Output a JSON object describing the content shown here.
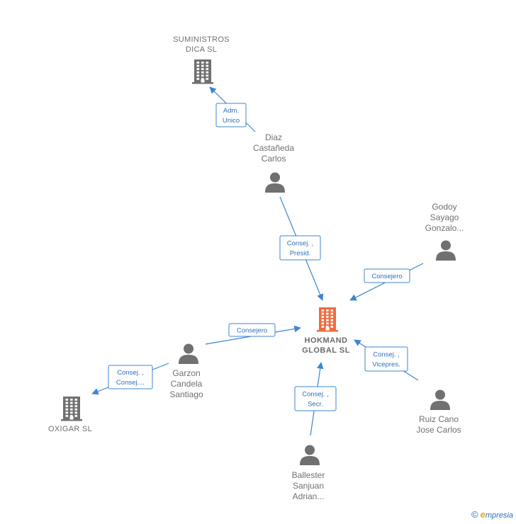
{
  "nodes": [
    {
      "id": "suministros",
      "type": "company",
      "lines": [
        "SUMINISTROS",
        "DICA SL"
      ],
      "color": "#707070"
    },
    {
      "id": "diaz",
      "type": "person",
      "lines": [
        "Diaz",
        "Castañeda",
        "Carlos"
      ],
      "color": "#707070"
    },
    {
      "id": "godoy",
      "type": "person",
      "lines": [
        "Godoy",
        "Sayago",
        "Gonzalo..."
      ],
      "color": "#707070"
    },
    {
      "id": "hokmand",
      "type": "main",
      "lines": [
        "HOKMAND",
        "GLOBAL  SL"
      ],
      "color": "#f26a3c"
    },
    {
      "id": "garzon",
      "type": "person",
      "lines": [
        "Garzon",
        "Candela",
        "Santiago"
      ],
      "color": "#707070"
    },
    {
      "id": "oxigar",
      "type": "company",
      "lines": [
        "OXIGAR SL"
      ],
      "color": "#707070"
    },
    {
      "id": "ruiz",
      "type": "person",
      "lines": [
        "Ruiz Cano",
        "Jose Carlos"
      ],
      "color": "#707070"
    },
    {
      "id": "ballester",
      "type": "person",
      "lines": [
        "Ballester",
        "Sanjuan",
        "Adrian..."
      ],
      "color": "#707070"
    }
  ],
  "edges": [
    {
      "from": "diaz",
      "to": "suministros",
      "label": [
        "Adm.",
        "Unico"
      ]
    },
    {
      "from": "diaz",
      "to": "hokmand",
      "label": [
        "Consej. ,",
        "Presid."
      ]
    },
    {
      "from": "godoy",
      "to": "hokmand",
      "label": [
        "Consejero"
      ]
    },
    {
      "from": "garzon",
      "to": "hokmand",
      "label": [
        "Consejero"
      ]
    },
    {
      "from": "garzon",
      "to": "oxigar",
      "label": [
        "Consej. ,",
        "Consej...."
      ]
    },
    {
      "from": "ruiz",
      "to": "hokmand",
      "label": [
        "Consej. ,",
        "Vicepres."
      ]
    },
    {
      "from": "ballester",
      "to": "hokmand",
      "label": [
        "Consej. ,",
        "Secr."
      ]
    }
  ],
  "colors": {
    "edge": "#3d85d0",
    "person": "#707070",
    "company": "#707070",
    "main": "#f26a3c"
  },
  "watermark": {
    "copyright": "©",
    "brand_initial": "e",
    "brand_rest": "mpresia"
  }
}
